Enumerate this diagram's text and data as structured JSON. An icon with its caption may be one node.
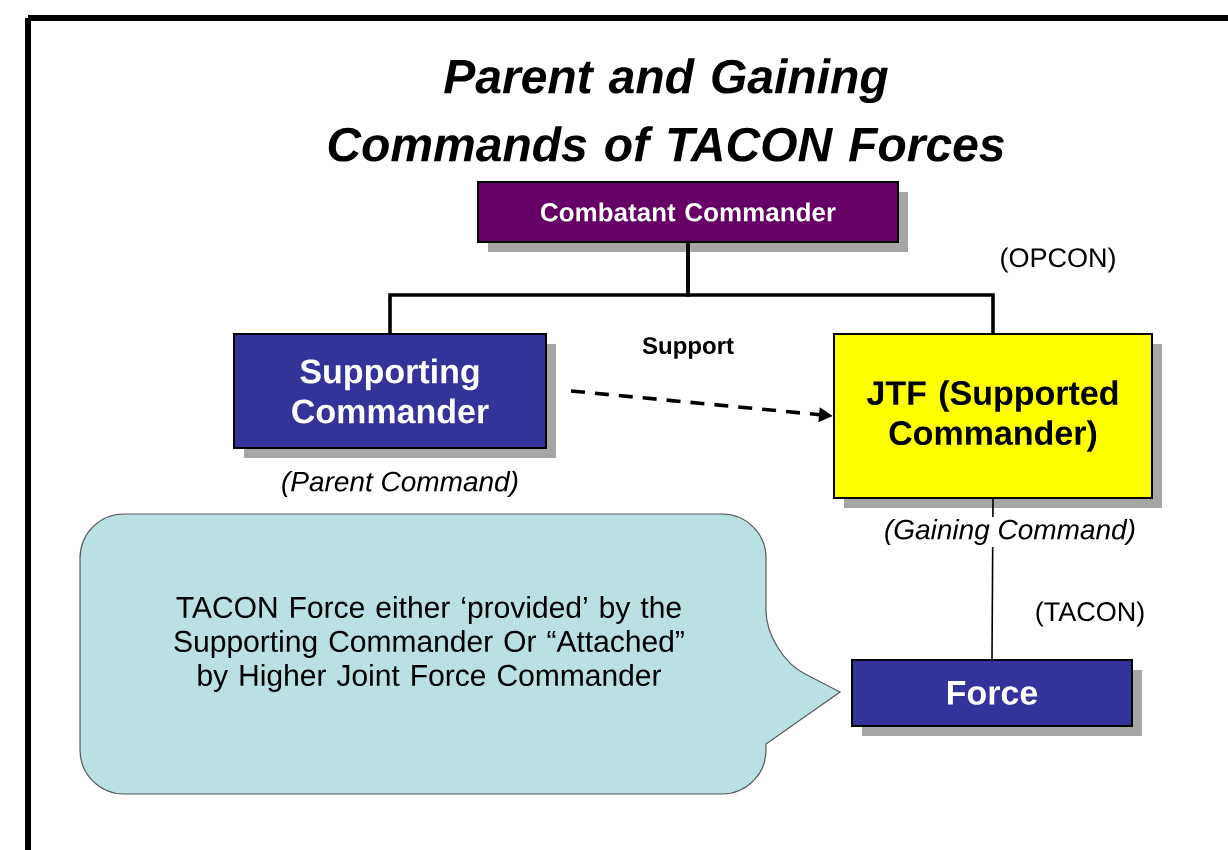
{
  "diagram": {
    "title": "Parent and Gaining Commands of TACON Forces",
    "nodes": [
      {
        "text": [
          "Combatant Commander"
        ]
      },
      {
        "text": [
          "Supporting Commander"
        ],
        "beside": [
          "(Parent Command)"
        ]
      },
      {
        "text": [
          "JTF (Supported Commander)"
        ],
        "beside": [
          "(Gaining Command)"
        ]
      },
      {
        "text": [
          "Force"
        ]
      },
      {
        "text": [
          "TACON Force either ‘provided’ by the Supporting Commander Or “Attached” by Higher Joint Force Commander"
        ]
      }
    ],
    "edges": [
      {
        "from": 0,
        "to": 1,
        "arrow": "none"
      },
      {
        "from": 0,
        "to": 2,
        "arrow": "none",
        "label": "(OPCON)"
      },
      {
        "from": 1,
        "to": 2,
        "arrow": "to",
        "style": "dashed",
        "label": "Support"
      },
      {
        "from": 2,
        "to": 3,
        "arrow": "none",
        "label": "(TACON)"
      }
    ]
  }
}
